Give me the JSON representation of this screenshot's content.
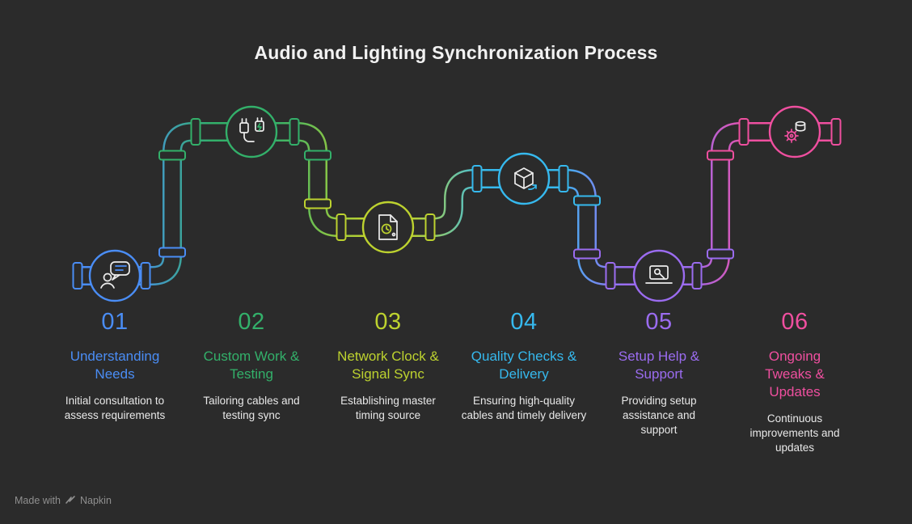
{
  "title": "Audio and Lighting Synchronization Process",
  "steps": [
    {
      "number": "01",
      "title": "Understanding Needs",
      "description": "Initial consultation to assess requirements",
      "color": "#4a8df5",
      "icon": "consultation-icon"
    },
    {
      "number": "02",
      "title": "Custom Work & Testing",
      "description": "Tailoring cables and testing sync",
      "color": "#33b06a",
      "icon": "cables-icon"
    },
    {
      "number": "03",
      "title": "Network Clock & Signal Sync",
      "description": "Establishing master timing source",
      "color": "#bdd22f",
      "icon": "document-clock-icon"
    },
    {
      "number": "04",
      "title": "Quality Checks & Delivery",
      "description": "Ensuring high-quality cables and timely delivery",
      "color": "#36b9ee",
      "icon": "package-icon"
    },
    {
      "number": "05",
      "title": "Setup Help & Support",
      "description": "Providing setup assistance and support",
      "color": "#9b6cf0",
      "icon": "laptop-wrench-icon"
    },
    {
      "number": "06",
      "title": "Ongoing Tweaks & Updates",
      "description": "Continuous improvements and updates",
      "color": "#ef4f9f",
      "icon": "gear-database-icon"
    }
  ],
  "footer": {
    "made_with": "Made with",
    "brand": "Napkin"
  }
}
